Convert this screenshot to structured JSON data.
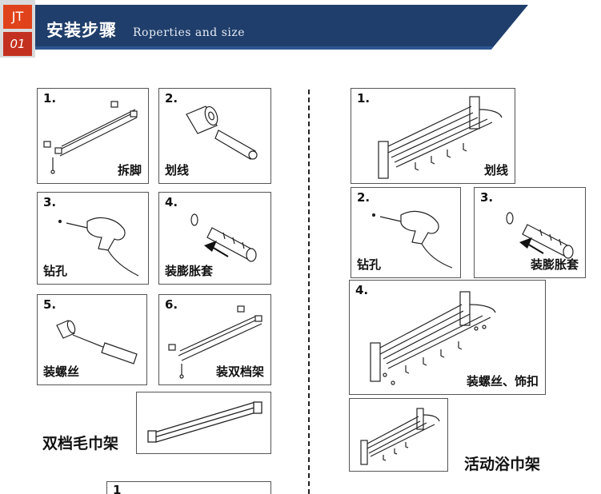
{
  "header": {
    "badge_top": "JT",
    "badge_bottom": "01",
    "title": "安装步骤",
    "subtitle": "Roperties and size"
  },
  "left_steps": [
    {
      "num": "1.",
      "label": "拆脚"
    },
    {
      "num": "2.",
      "label": "划线"
    },
    {
      "num": "3.",
      "label": "钻孔"
    },
    {
      "num": "4.",
      "label": "装膨胀套"
    },
    {
      "num": "5.",
      "label": "装螺丝"
    },
    {
      "num": "6.",
      "label": "装双档架"
    }
  ],
  "left_caption": "双档毛巾架",
  "left_bottom_num": "1",
  "right_steps": [
    {
      "num": "1.",
      "label": "划线"
    },
    {
      "num": "2.",
      "label": "钻孔"
    },
    {
      "num": "3.",
      "label": "装膨胀套"
    },
    {
      "num": "4.",
      "label": "装螺丝、饰扣"
    }
  ],
  "right_caption": "活动浴巾架"
}
